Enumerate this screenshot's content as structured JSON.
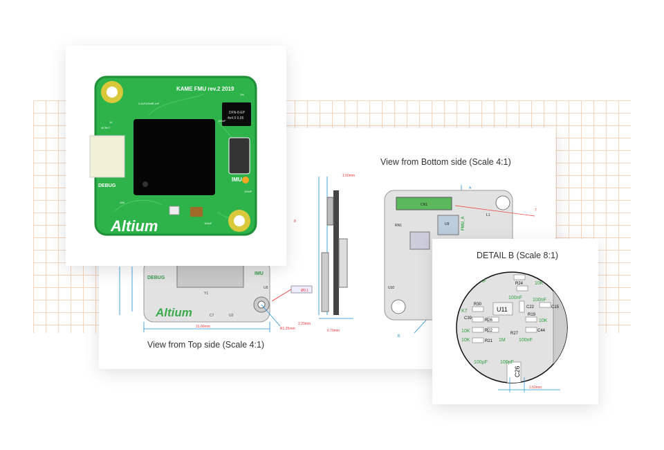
{
  "drawing": {
    "top_view_title": "View from Top side (Scale 4:1)",
    "bottom_view_title": "View from Bottom side (Scale 4:1)",
    "dims": {
      "thickness": "1.60mm",
      "width": "31.00mm",
      "radius": "R1.25mm",
      "offset": "2.20mm",
      "depth": "6.70mm",
      "tolerance": "Ø0.1"
    },
    "markers": {
      "section": "A",
      "detail": "B",
      "callout7": "7",
      "callout8": "8"
    },
    "top_labels": {
      "debug": "DEBUG",
      "imu": "IMU",
      "brand": "Altium",
      "u8": "U8",
      "u2": "U2",
      "c7": "C7",
      "y1": "Y1"
    },
    "bottom_labels": {
      "connector": "CN1",
      "u9": "U9",
      "u10": "U10",
      "l1": "L1",
      "rn1": "RN1",
      "fmu": "FMU_A"
    }
  },
  "photo": {
    "board_title": "KAME FMU rev.2 2019",
    "chip_label_1": "DFN-8-EP",
    "chip_label_2": "4x4.5 0.95",
    "debug": "DEBUG",
    "imu": "IMU",
    "brand": "Altium",
    "caps": [
      "2.2uF",
      "100nF",
      "2.2uF",
      "1K",
      "4K7",
      "4K7",
      "100nF",
      "1M",
      "100nF",
      "10K",
      "100nF"
    ]
  },
  "detail": {
    "title": "DETAIL B (Scale 8:1)",
    "dim": "1.52mm",
    "refs": [
      "R24",
      "R30",
      "U11",
      "C22",
      "C15",
      "C39",
      "R26",
      "R19",
      "R22",
      "R27",
      "C44",
      "R21",
      "C26"
    ],
    "values": {
      "cap": "100nF",
      "res": "10K",
      "res2": "1M",
      "bulk": "100µF",
      "k7": "K7"
    }
  },
  "colors": {
    "pcb": "#2db34a",
    "pcb_dark": "#1f8f38",
    "pad": "#d9c93a",
    "grid": "#f6c9a8",
    "dim": "#1a8fd6",
    "red": "#e33"
  }
}
